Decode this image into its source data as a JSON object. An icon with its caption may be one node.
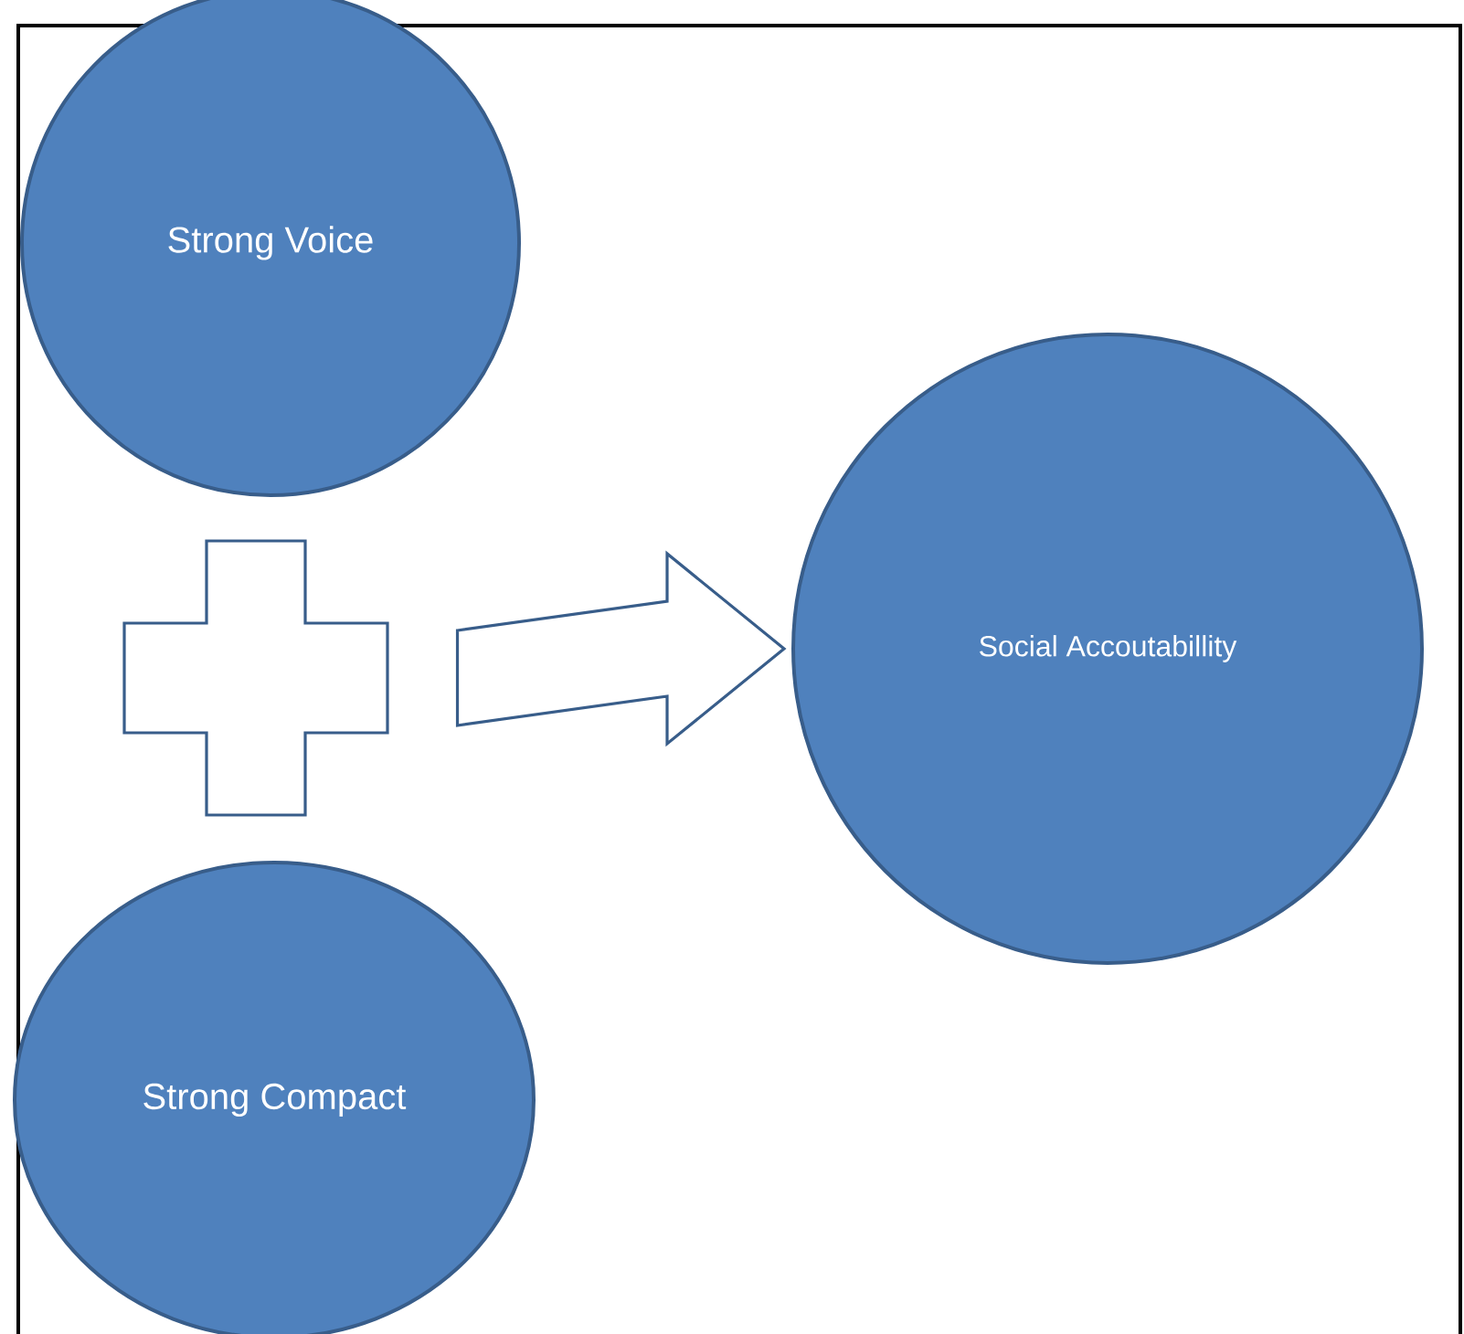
{
  "diagram": {
    "nodes": [
      {
        "text": [
          "Strong Voice"
        ]
      },
      {
        "text": [],
        "shape": "cross"
      },
      {
        "text": [
          "Strong Compact"
        ]
      },
      {
        "text": [
          "Social Accoutabillity"
        ]
      }
    ],
    "edges": [
      {
        "from": 1,
        "to": 3,
        "arrow": "to"
      }
    ]
  }
}
